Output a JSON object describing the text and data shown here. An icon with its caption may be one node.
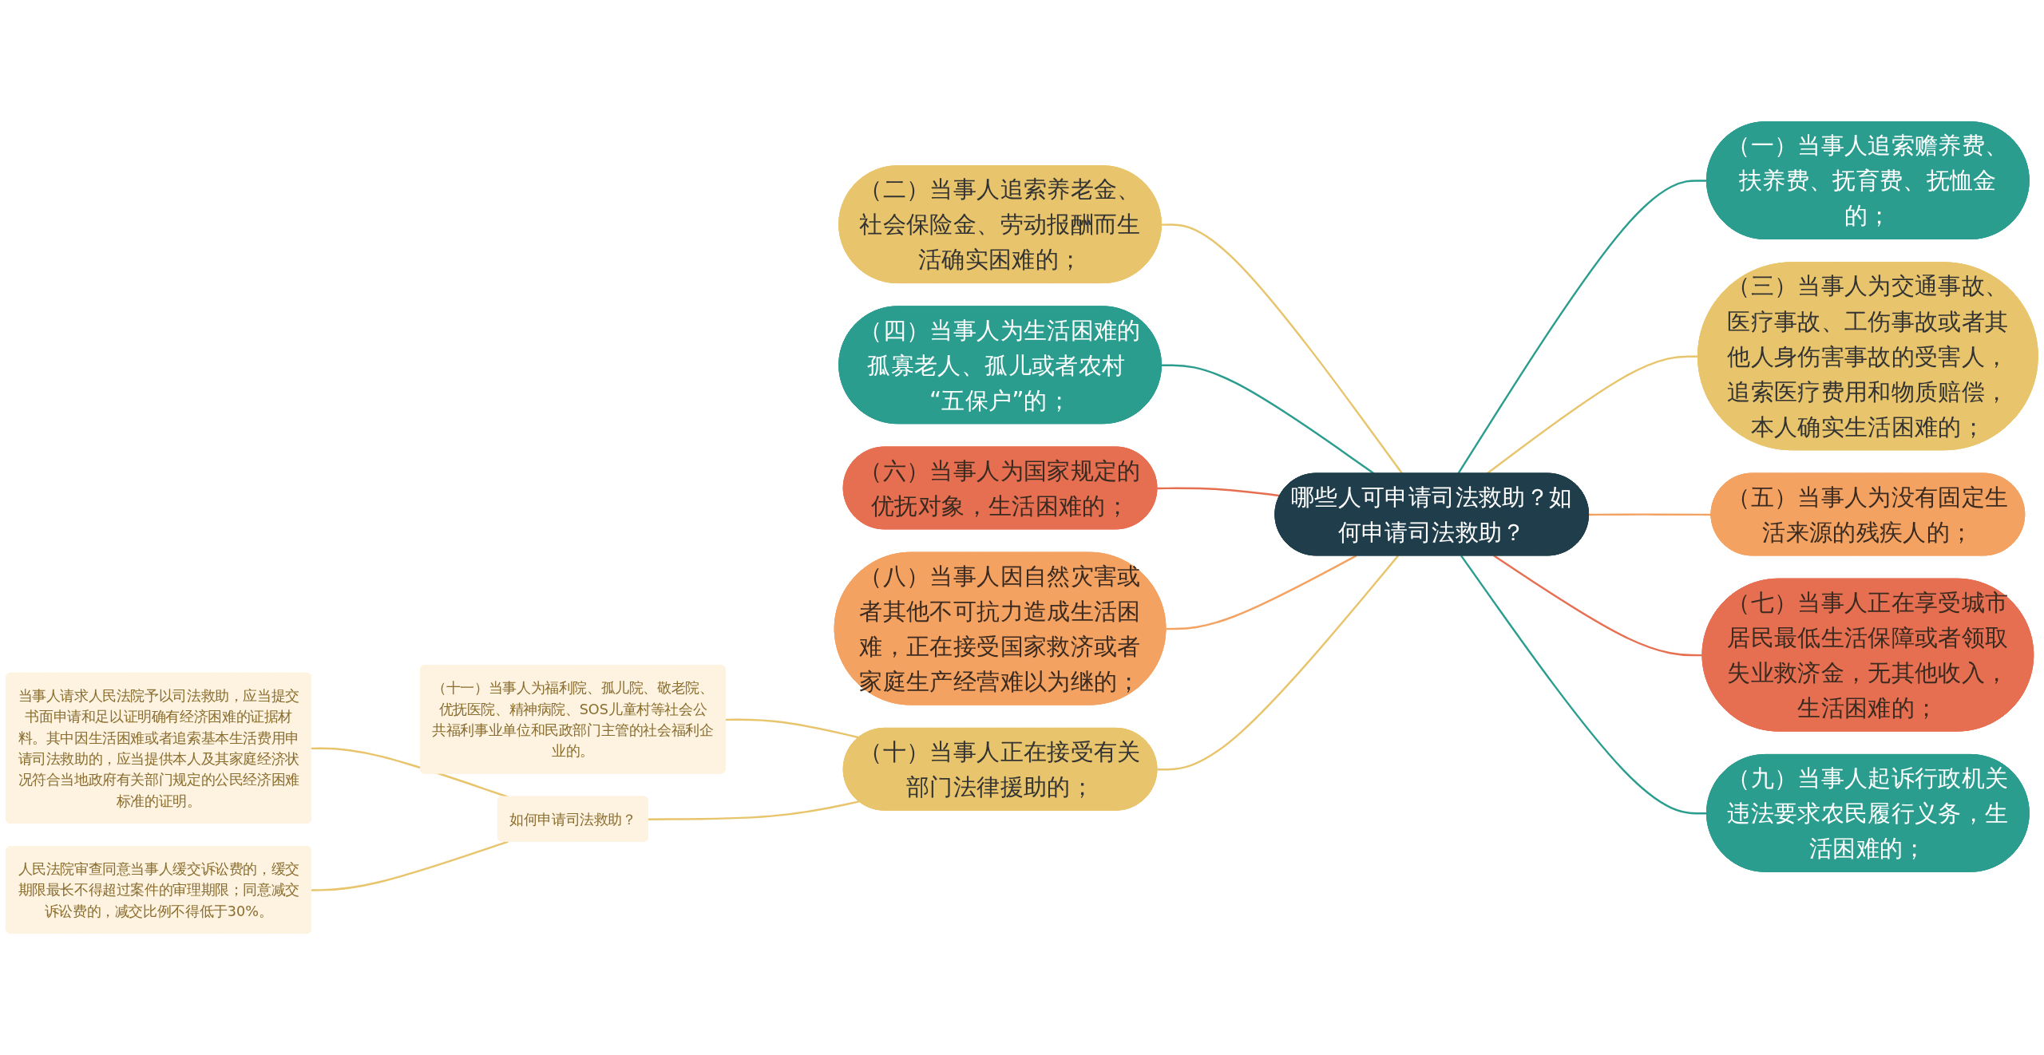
{
  "diagram": {
    "nodes": [
      {
        "text": [
          "哪些人可申请司法救助？如何申请司法救助？"
        ]
      },
      {
        "text": [
          "（二）当事人追索养老金、社会保险金、劳动报酬而生活确实困难的；"
        ]
      },
      {
        "text": [
          "（四）当事人为生活困难的孤寡老人、孤儿或者农村 “五保户”的；"
        ]
      },
      {
        "text": [
          "（六）当事人为国家规定的优抚对象，生活困难的；"
        ]
      },
      {
        "text": [
          "（八）当事人因自然灾害或者其他不可抗力造成生活困难，正在接受国家救济或者家庭生产经营难以为继的；"
        ]
      },
      {
        "text": [
          "（十）当事人正在接受有关部门法律援助的；"
        ]
      },
      {
        "text": [
          "（十一）当事人为福利院、孤儿院、敬老院、优抚医院、精神病院、SOS儿童村等社会公共福利事业单位和民政部门主管的社会福利企业的。"
        ]
      },
      {
        "text": [
          "如何申请司法救助？"
        ]
      },
      {
        "text": [
          "当事人请求人民法院予以司法救助，应当提交书面申请和足以证明确有经济困难的证据材料。其中因生活困难或者追索基本生活费用申请司法救助的，应当提供本人及其家庭经济状况符合当地政府有关部门规定的公民经济困难标准的证明。"
        ]
      },
      {
        "text": [
          "人民法院审查同意当事人缓交诉讼费的，缓交期限最长不得超过案件的审理期限；同意减交诉讼费的，减交比例不得低于30%。"
        ]
      },
      {
        "text": [
          "（一）当事人追索赡养费、扶养费、抚育费、抚恤金的；"
        ]
      },
      {
        "text": [
          "（三）当事人为交通事故、医疗事故、工伤事故或者其他人身伤害事故的受害人，追索医疗费用和物质赔偿，本人确实生活困难的；"
        ]
      },
      {
        "text": [
          "（五）当事人为没有固定生活来源的残疾人的；"
        ]
      },
      {
        "text": [
          "（七）当事人正在享受城市居民最低生活保障或者领取失业救济金，无其他收入，生活困难的；"
        ]
      },
      {
        "text": [
          "（九）当事人起诉行政机关违法要求农民履行义务，生活困难的；"
        ]
      }
    ],
    "edges": [
      {
        "from": 0,
        "to": 1,
        "arrow": "none"
      },
      {
        "from": 0,
        "to": 2,
        "arrow": "none",
        "color": "#2a9d8f"
      },
      {
        "from": 0,
        "to": 3,
        "arrow": "none",
        "color": "#e76f51"
      },
      {
        "from": 0,
        "to": 4,
        "arrow": "none",
        "color": "#f4a261"
      },
      {
        "from": 0,
        "to": 5,
        "arrow": "none"
      },
      {
        "from": 5,
        "to": 6,
        "arrow": "none"
      },
      {
        "from": 5,
        "to": 7,
        "arrow": "none"
      },
      {
        "from": 7,
        "to": 8,
        "arrow": "none"
      },
      {
        "from": 7,
        "to": 9,
        "arrow": "none"
      },
      {
        "from": 0,
        "to": 10,
        "arrow": "none",
        "color": "#2a9d8f"
      },
      {
        "from": 0,
        "to": 11,
        "arrow": "none"
      },
      {
        "from": 0,
        "to": 12,
        "arrow": "none",
        "color": "#f4a261"
      },
      {
        "from": 0,
        "to": 13,
        "arrow": "none",
        "color": "#e76f51"
      },
      {
        "from": 0,
        "to": 14,
        "arrow": "none",
        "color": "#2a9d8f"
      }
    ]
  }
}
